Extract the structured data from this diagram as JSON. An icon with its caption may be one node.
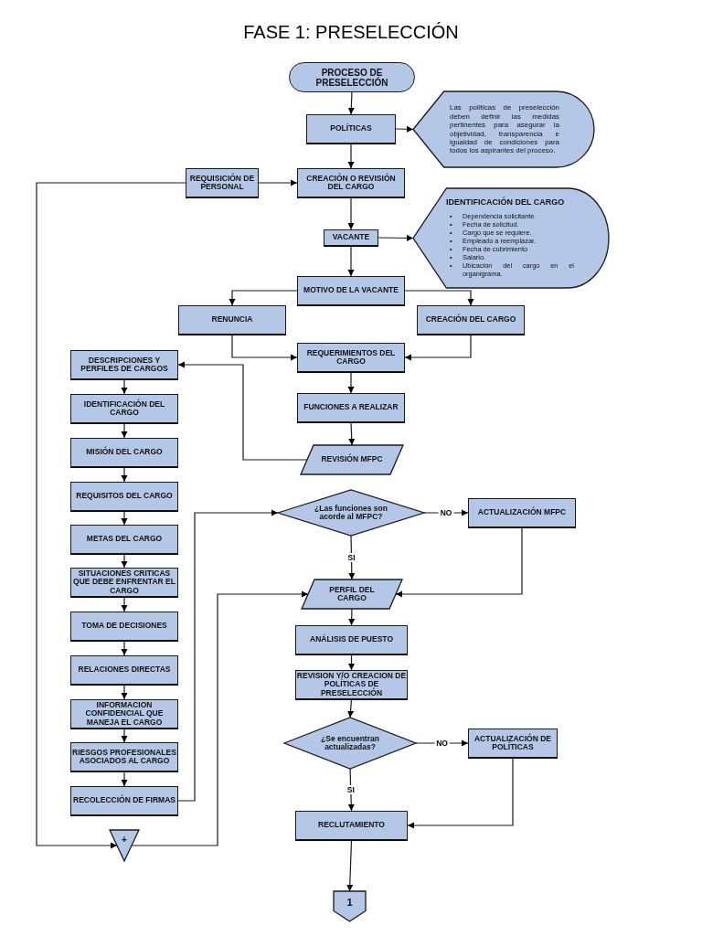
{
  "diagram": {
    "title": "FASE 1: PRESELECCIÓN",
    "nodes": [
      {
        "text": [
          "PROCESO DE PRESELECCIÓN"
        ]
      },
      {
        "text": [
          "POLÍTICAS"
        ]
      },
      {
        "text": [
          "Las políticas de preselección deben definir las medidas pertinentes para asegurar la objetividad, transparencia e igualdad de condiciones para todos los aspirantes del proceso."
        ]
      },
      {
        "text": [
          "REQUISICIÓN DE PERSONAL"
        ]
      },
      {
        "text": [
          "CREACIÓN O REVISIÓN DEL CARGO"
        ]
      },
      {
        "text": [
          "IDENTIFICACIÓN DEL CARGO",
          "•",
          "Dependencia solicitante.",
          "•",
          "Fecha de solicitud.",
          "•",
          "Cargo que se requiere.",
          "•",
          "Empleado a reemplazar.",
          "•",
          "Fecha de cubrimiento",
          "•",
          "Salario.",
          "•",
          "Ubicación del cargo en el organigrama."
        ]
      },
      {
        "text": [
          "VACANTE"
        ]
      },
      {
        "text": [
          "MOTIVO DE LA VACANTE"
        ]
      },
      {
        "text": [
          "RENUNCIA"
        ]
      },
      {
        "text": [
          "CREACIÓN DEL CARGO"
        ]
      },
      {
        "text": [
          "REQUERIMIENTOS DEL CARGO"
        ]
      },
      {
        "text": [
          "FUNCIONES A REALIZAR"
        ]
      },
      {
        "text": [
          "REVISIÓN MFPC"
        ]
      },
      {
        "text": [
          "DESCRIPCIONES Y PERFILES DE CARGOS"
        ]
      },
      {
        "text": [
          "IDENTIFICACIÓN DEL CARGO"
        ]
      },
      {
        "text": [
          "MISIÓN DEL CARGO"
        ]
      },
      {
        "text": [
          "REQUISITOS DEL CARGO"
        ]
      },
      {
        "text": [
          "METAS DEL CARGO"
        ]
      },
      {
        "text": [
          "SITUACIONES CRITICAS QUE DEBE ENFRENTAR EL CARGO"
        ]
      },
      {
        "text": [
          "TOMA DE DECISIONES"
        ]
      },
      {
        "text": [
          "RELACIONES DIRECTAS"
        ]
      },
      {
        "text": [
          "INFORMACION CONFIDENCIAL QUE MANEJA EL CARGO"
        ]
      },
      {
        "text": [
          "RIESGOS PROFESIONALES ASOCIADOS AL CARGO"
        ]
      },
      {
        "text": [
          "RECOLECCIÓN DE FIRMAS"
        ]
      },
      {
        "text": [
          "+"
        ]
      },
      {
        "text": [
          "¿Las funciones son acorde al MFPC?"
        ]
      },
      {
        "text": [
          "ACTUALIZACIÓN MFPC"
        ]
      },
      {
        "text": [
          "PERFIL DEL CARGO"
        ]
      },
      {
        "text": [
          "ANÁLISIS DE PUESTO"
        ]
      },
      {
        "text": [
          "REVISION Y/O CREACION DE POLÍTICAS DE PRESELECCIÓN"
        ]
      },
      {
        "text": [
          "¿Se encuentran actualizadas?"
        ]
      },
      {
        "text": [
          "ACTUALIZACIÓN DE POLÍTICAS"
        ]
      },
      {
        "text": [
          "RECLUTAMIENTO"
        ]
      },
      {
        "text": [
          "1"
        ]
      }
    ],
    "edges": [
      {
        "from": 0,
        "to": 1,
        "arrow": "to"
      },
      {
        "from": 1,
        "to": 2,
        "arrow": "to"
      },
      {
        "from": 1,
        "to": 4,
        "arrow": "to"
      },
      {
        "from": 3,
        "to": 4,
        "arrow": "to"
      },
      {
        "from": 4,
        "to": 6,
        "arrow": "to"
      },
      {
        "from": 6,
        "to": 5,
        "arrow": "to"
      },
      {
        "from": 6,
        "to": 7,
        "arrow": "to"
      },
      {
        "from": 7,
        "to": 8,
        "arrow": "to"
      },
      {
        "from": 7,
        "to": 9,
        "arrow": "to"
      },
      {
        "from": 8,
        "to": 10,
        "arrow": "to"
      },
      {
        "from": 9,
        "to": 10,
        "arrow": "to"
      },
      {
        "from": 10,
        "to": 11,
        "arrow": "to"
      },
      {
        "from": 11,
        "to": 12,
        "arrow": "to"
      },
      {
        "from": 12,
        "to": 13,
        "arrow": "to"
      },
      {
        "from": 13,
        "to": 14,
        "arrow": "to"
      },
      {
        "from": 14,
        "to": 15,
        "arrow": "to"
      },
      {
        "from": 15,
        "to": 16,
        "arrow": "to"
      },
      {
        "from": 16,
        "to": 17,
        "arrow": "to"
      },
      {
        "from": 17,
        "to": 18,
        "arrow": "to"
      },
      {
        "from": 18,
        "to": 19,
        "arrow": "to"
      },
      {
        "from": 19,
        "to": 20,
        "arrow": "to"
      },
      {
        "from": 20,
        "to": 21,
        "arrow": "to"
      },
      {
        "from": 21,
        "to": 22,
        "arrow": "to"
      },
      {
        "from": 22,
        "to": 23,
        "arrow": "to"
      },
      {
        "from": 23,
        "to": 25,
        "arrow": "to"
      },
      {
        "from": 3,
        "to": 24,
        "arrow": "to"
      },
      {
        "from": 24,
        "to": 27,
        "arrow": "to"
      },
      {
        "from": 25,
        "to": 26,
        "arrow": "to",
        "label": "NO"
      },
      {
        "from": 25,
        "to": 27,
        "arrow": "to",
        "label": "SI"
      },
      {
        "from": 26,
        "to": 27,
        "arrow": "to"
      },
      {
        "from": 27,
        "to": 28,
        "arrow": "to"
      },
      {
        "from": 28,
        "to": 29,
        "arrow": "to"
      },
      {
        "from": 29,
        "to": 30,
        "arrow": "to"
      },
      {
        "from": 30,
        "to": 31,
        "arrow": "to",
        "label": "NO"
      },
      {
        "from": 30,
        "to": 32,
        "arrow": "to",
        "label": "SI"
      },
      {
        "from": 31,
        "to": 32,
        "arrow": "to"
      },
      {
        "from": 32,
        "to": 33,
        "arrow": "to"
      }
    ]
  }
}
